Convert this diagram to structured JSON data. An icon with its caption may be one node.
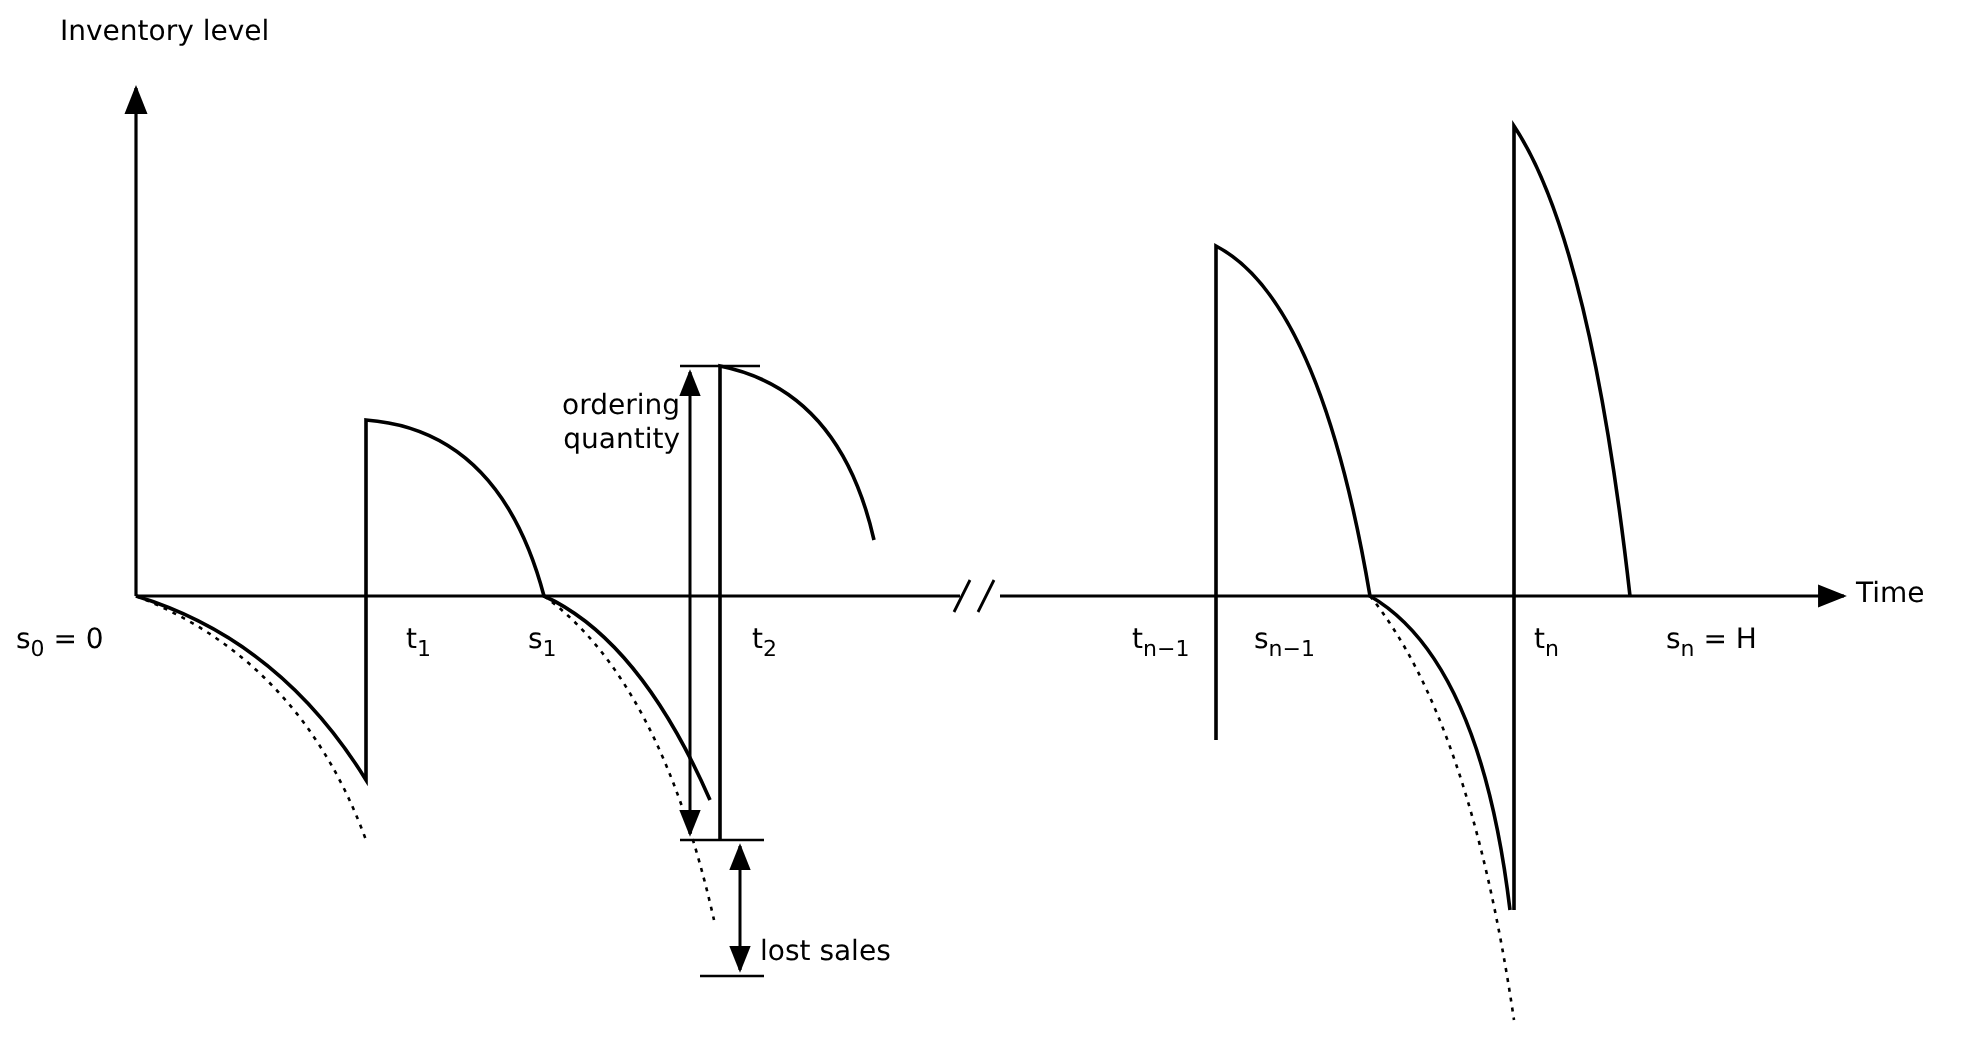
{
  "diagram": {
    "labels": [
      "Inventory level",
      "Time",
      "ordering quantity",
      "lost sales",
      "s$_{0}$ = 0",
      "t$_{1}$",
      "s$_{1}$",
      "t$_{2}$",
      "t$_{n−1}$",
      "s$_{n−1}$",
      "t$_{n}$",
      "s$_{n}$ = H"
    ]
  }
}
